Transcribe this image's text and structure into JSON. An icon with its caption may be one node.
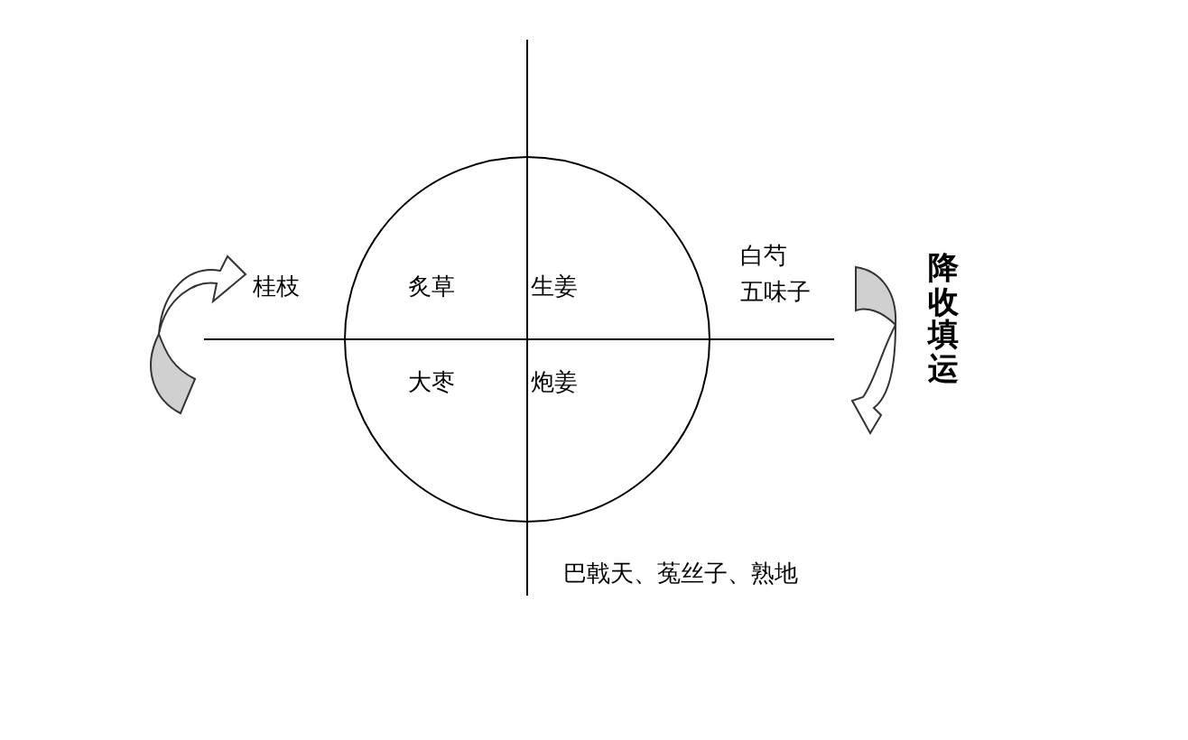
{
  "diagram": {
    "nodes": [
      {
        "text": [
          "炙草",
          "生姜",
          "大枣",
          "炮姜"
        ]
      }
    ],
    "labels": [
      "桂枝",
      "白芍",
      "五味子",
      "降收填运",
      "巴戟天、菟丝子、熟地"
    ]
  }
}
